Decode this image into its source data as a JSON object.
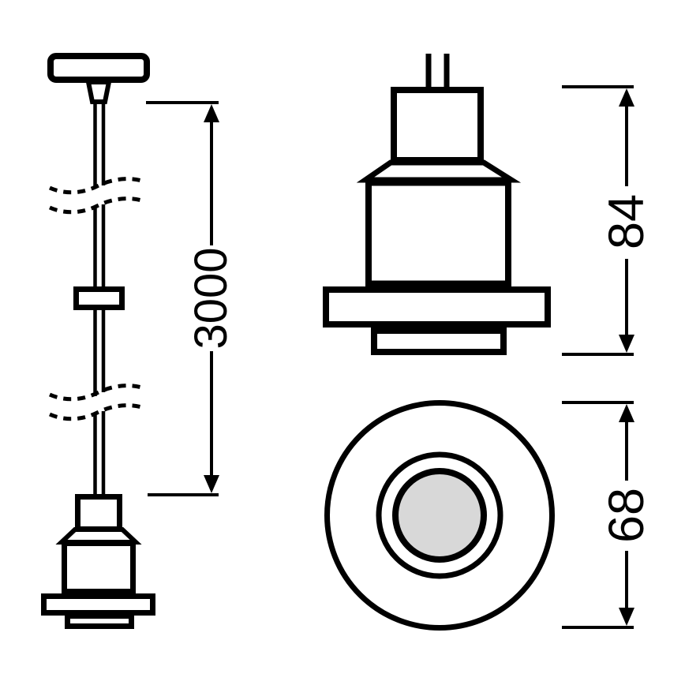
{
  "drawing": {
    "colors": {
      "background": "#ffffff",
      "line": "#000000",
      "bulb_fill": "#d8d8d8"
    },
    "dimensions": {
      "cable_length": {
        "value": "3000"
      },
      "socket_height": {
        "value": "84"
      },
      "socket_diameter": {
        "value": "68"
      }
    }
  }
}
